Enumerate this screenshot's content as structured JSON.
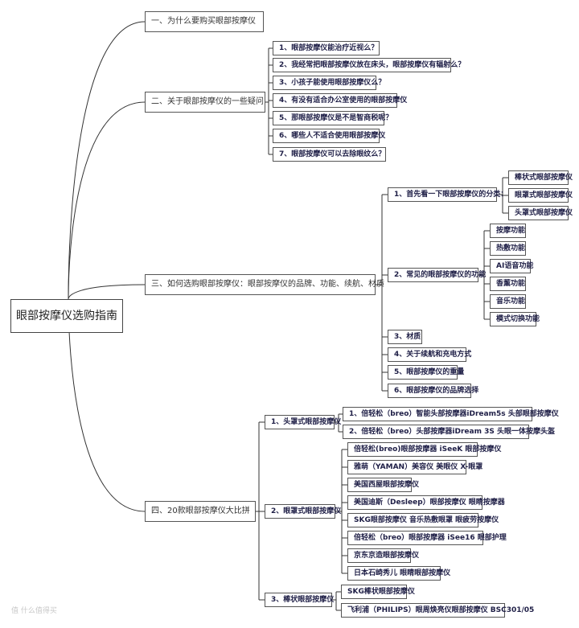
{
  "root": "眼部按摩仪选购指南",
  "sections": [
    {
      "label": "一、为什么要购买眼部按摩仪"
    },
    {
      "label": "二、关于眼部按摩仪的一些疑问"
    },
    {
      "label": "三、如何选购眼部按摩仪：眼部按摩仪的品牌、功能、续航、材质"
    },
    {
      "label": "四、20款眼部按摩仪大比拼"
    }
  ],
  "s2_items": [
    "1、眼部按摩仪能治疗近视么？",
    "2、我经常把眼部按摩仪放在床头，眼部按摩仪有辐射么？",
    "3、小孩子能使用眼部按摩仪么？",
    "4、有没有适合办公室使用的眼部按摩仪",
    "5、那眼部按摩仪是不是智商税呢？",
    "6、哪些人不适合使用眼部按摩仪",
    "7、眼部按摩仪可以去除眼纹么？"
  ],
  "s3_items": [
    "1、首先看一下眼部按摩仪的分类：",
    "2、常见的眼部按摩仪的功能",
    "3、材质",
    "4、关于续航和充电方式",
    "5、眼部按摩仪的重量",
    "6、眼部按摩仪的品牌选择"
  ],
  "s3_types": [
    "棒状式眼部按摩仪",
    "眼罩式眼部按摩仪",
    "头罩式眼部按摩仪"
  ],
  "s3_functions": [
    "按摩功能",
    "热敷功能",
    "AI语音功能",
    "香薰功能",
    "音乐功能",
    "模式切换功能"
  ],
  "s4_groups": [
    "1、头罩式眼部按摩仪",
    "2、眼罩式眼部按摩仪",
    "3、棒状眼部按摩仪"
  ],
  "s4_g1": [
    "1、倍轻松（breo）智能头部按摩器iDream5s 头部眼部按摩仪",
    "2、倍轻松（breo）头部按摩器iDream 3S 头眼一体按摩头盔"
  ],
  "s4_g2": [
    "倍轻松(breo)眼部按摩器 iSeeK 眼部按摩仪",
    "雅萌（YAMAN）美容仪 美眼仪 X-眼罩",
    "美国西屋眼部按摩仪",
    "美国迪斯（Desleep）眼部按摩仪 眼睛按摩器",
    "SKG眼部按摩仪 音乐热敷眼罩 眼疲劳按摩仪",
    "倍轻松（breo）眼部按摩器 iSee16 眼部护理",
    "京东京造眼部按摩仪",
    "日本石崎秀儿 眼睛眼部按摩仪"
  ],
  "s4_g3": [
    "SKG棒状眼部按摩仪",
    "飞利浦（PHILIPS）眼周焕亮仪眼部按摩仪 BSC301/05"
  ],
  "watermark": "值 什么值得买"
}
